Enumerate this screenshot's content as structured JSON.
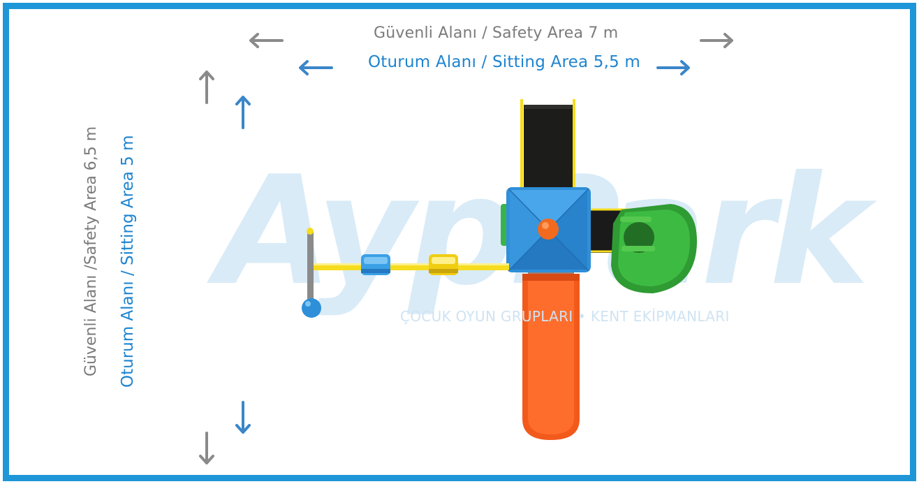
{
  "labels": {
    "safety_area_width": "Güvenli Alanı / Safety Area 7 m",
    "sitting_area_width": "Oturum Alanı / Sitting Area 5,5 m",
    "safety_area_depth": "Güvenli Alanı /Safety Area 6,5 m",
    "sitting_area_depth": "Oturum Alanı / Sitting Area 5 m"
  },
  "watermark": {
    "logo_text": "AypPark",
    "tagline": "ÇOCUK OYUN GRUPLARI • KENT EKİPMANLARI"
  },
  "colors": {
    "frame": "#1e96d8",
    "safety_arrow": "#8a8a8a",
    "sitting_arrow": "#3a86c8",
    "roof_blue": "#2f8fd8",
    "slide_orange": "#f25a1c",
    "tube_green": "#33a838",
    "bar_yellow": "#f5dc1e"
  }
}
